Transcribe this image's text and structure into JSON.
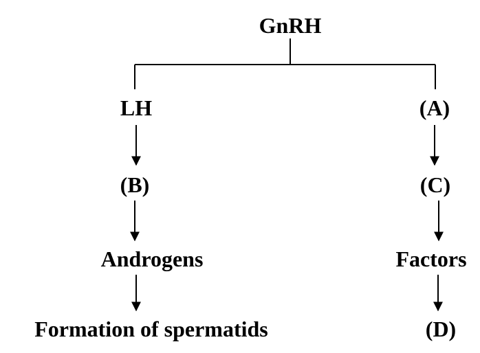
{
  "diagram": {
    "root": "GnRH",
    "left_branch": {
      "level1": "LH",
      "level2": "(B)",
      "level3": "Androgens",
      "level4": "Formation of spermatids"
    },
    "right_branch": {
      "level1": "(A)",
      "level2": "(C)",
      "level3": "Factors",
      "level4": "(D)"
    }
  }
}
